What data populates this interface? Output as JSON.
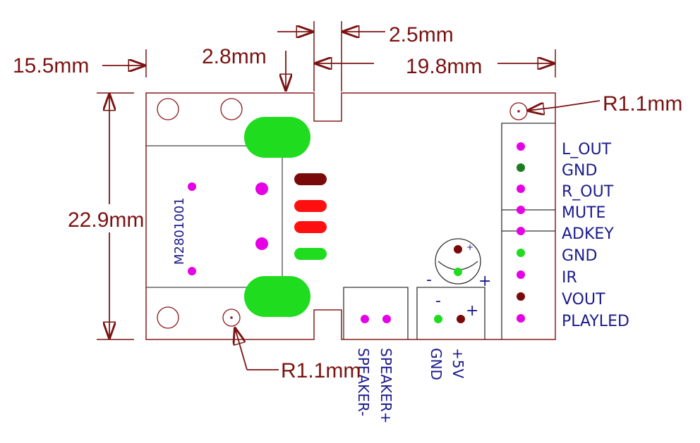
{
  "dimensions": {
    "width_left": "15.5mm",
    "gap_top": "2.8mm",
    "notch_width": "2.5mm",
    "width_right": "19.8mm",
    "height": "22.9mm",
    "radius_top_right": "R1.1mm",
    "radius_bottom_left": "R1.1mm"
  },
  "chip_label": "M2801001",
  "header_pins": [
    "L_OUT",
    "GND",
    "R_OUT",
    "MUTE",
    "ADKEY",
    "GND",
    "IR",
    "VOUT",
    "PLAYLED"
  ],
  "speaker_labels": [
    "SPEAKER-",
    "SPEAKER+"
  ],
  "power_labels": [
    "GND",
    "+5V"
  ],
  "polarity": {
    "minus": "-",
    "plus": "+"
  },
  "colors": {
    "outline": "#8b1a1a",
    "dimension": "#7b1212",
    "label": "#1a1a8c",
    "pad_magenta": "#e600e6",
    "pad_green": "#1fdc1f",
    "pad_darkgreen": "#1d7a1d",
    "pad_maroon": "#7a0a0a",
    "pad_red": "#ff1010"
  }
}
